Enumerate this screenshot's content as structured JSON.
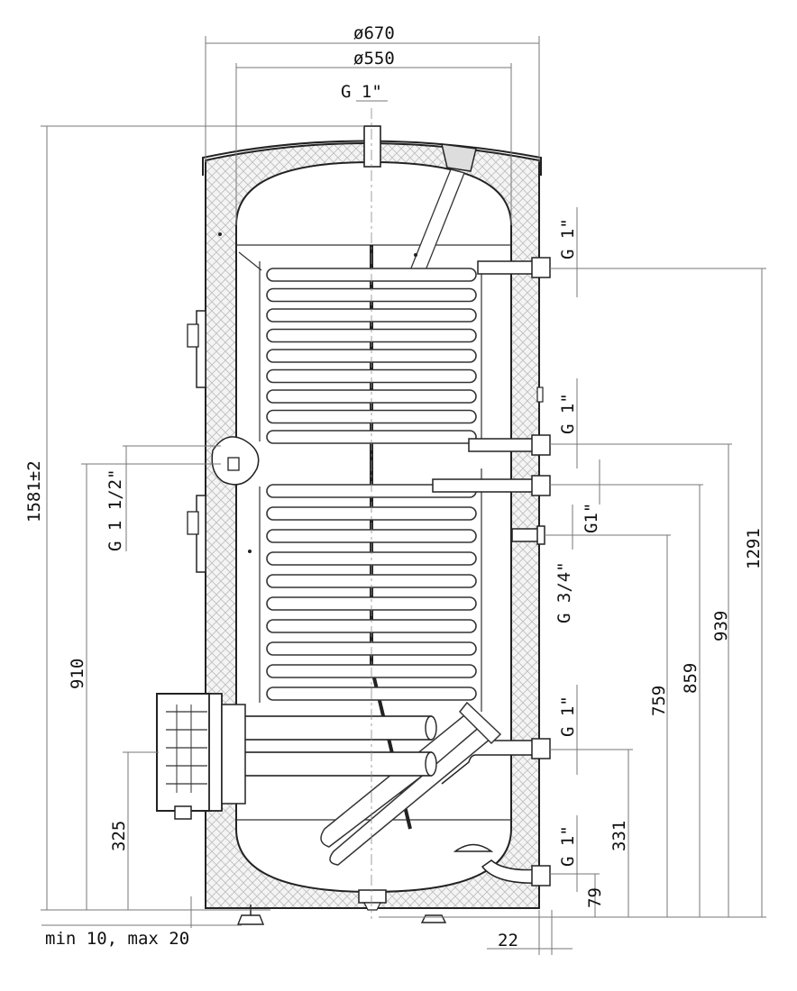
{
  "labels": {
    "dia_outer": "ø670",
    "dia_inner": "ø550",
    "top_conn": "G 1\"",
    "conn_upper_coil_top": "G 1\"",
    "conn_upper_coil_bottom": "G 1\"",
    "conn_side_left": "G 1 1/2\"",
    "conn_g1": "G1\"",
    "conn_g34": "G 3/4\"",
    "conn_lower_coil": "G 1\"",
    "conn_bottom": "G 1\"",
    "height_total": "1581±2",
    "h_910": "910",
    "h_325": "325",
    "h_1291": "1291",
    "h_939": "939",
    "h_859": "859",
    "h_759": "759",
    "h_331": "331",
    "h_79": "79",
    "feet": "min 10, max 20",
    "offset_22": "22"
  }
}
